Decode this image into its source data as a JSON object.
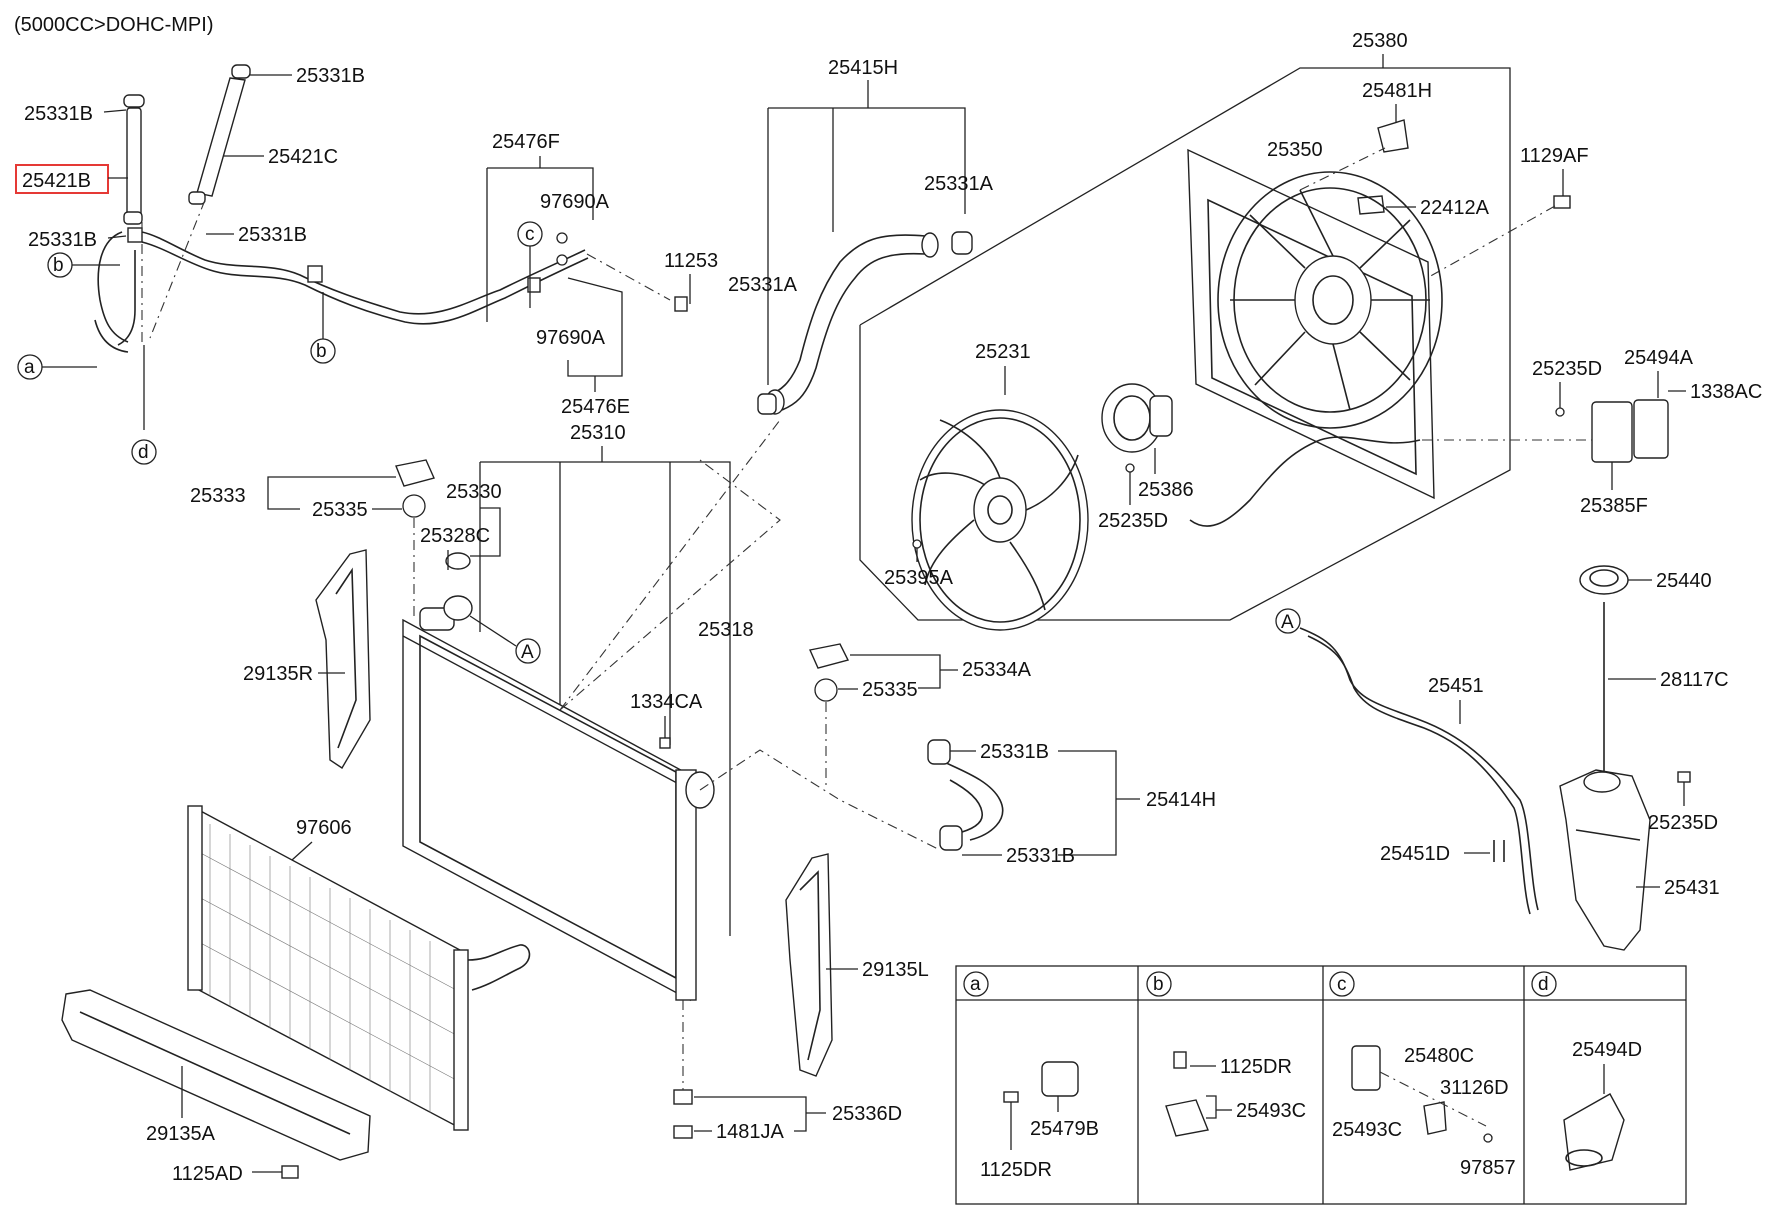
{
  "header": {
    "engine_spec": "(5000CC>DOHC-MPI)"
  },
  "highlighted_part": "25421B",
  "labels": {
    "p25331B_a": "25331B",
    "p25331B_b": "25331B",
    "p25331B_c": "25331B",
    "p25331B_d": "25331B",
    "p25421B": "25421B",
    "p25421C": "25421C",
    "p25476F": "25476F",
    "p97690A_a": "97690A",
    "p97690A_b": "97690A",
    "p11253": "11253",
    "p25476E": "25476E",
    "p25415H": "25415H",
    "p25331A_a": "25331A",
    "p25331A_b": "25331A",
    "p25310": "25310",
    "p25380": "25380",
    "p25481H": "25481H",
    "p25350": "25350",
    "p22412A": "22412A",
    "p1129AF": "1129AF",
    "p25231": "25231",
    "p25386": "25386",
    "p25235D_a": "25235D",
    "p25395A": "25395A",
    "p25235D_b": "25235D",
    "p25494A": "25494A",
    "p1338AC": "1338AC",
    "p25385F": "25385F",
    "p25333": "25333",
    "p25335_a": "25335",
    "p25330": "25330",
    "p25328C": "25328C",
    "p29135R": "29135R",
    "p25318": "25318",
    "p1334CA": "1334CA",
    "p25334A": "25334A",
    "p25335_b": "25335",
    "p25331B_e": "25331B",
    "p25414H": "25414H",
    "p25331B_f": "25331B",
    "p97606": "97606",
    "p29135L": "29135L",
    "p29135A": "29135A",
    "p1125AD": "1125AD",
    "p25336D": "25336D",
    "p1481JA": "1481JA",
    "p25440": "25440",
    "p25451": "25451",
    "p28117C": "28117C",
    "p25235D_c": "25235D",
    "p25451D": "25451D",
    "p25431": "25431"
  },
  "callouts": {
    "a": "a",
    "b": "b",
    "b2": "b",
    "c": "c",
    "d": "d",
    "A1": "A",
    "A2": "A"
  },
  "legend": {
    "columns": [
      {
        "key": "a",
        "parts": [
          "25479B",
          "1125DR"
        ]
      },
      {
        "key": "b",
        "parts": [
          "1125DR",
          "25493C"
        ]
      },
      {
        "key": "c",
        "parts": [
          "25480C",
          "31126D",
          "25493C",
          "97857"
        ]
      },
      {
        "key": "d",
        "parts": [
          "25494D"
        ]
      }
    ]
  },
  "colors": {
    "line": "#222222",
    "highlight": "#e53935",
    "background": "#ffffff"
  }
}
